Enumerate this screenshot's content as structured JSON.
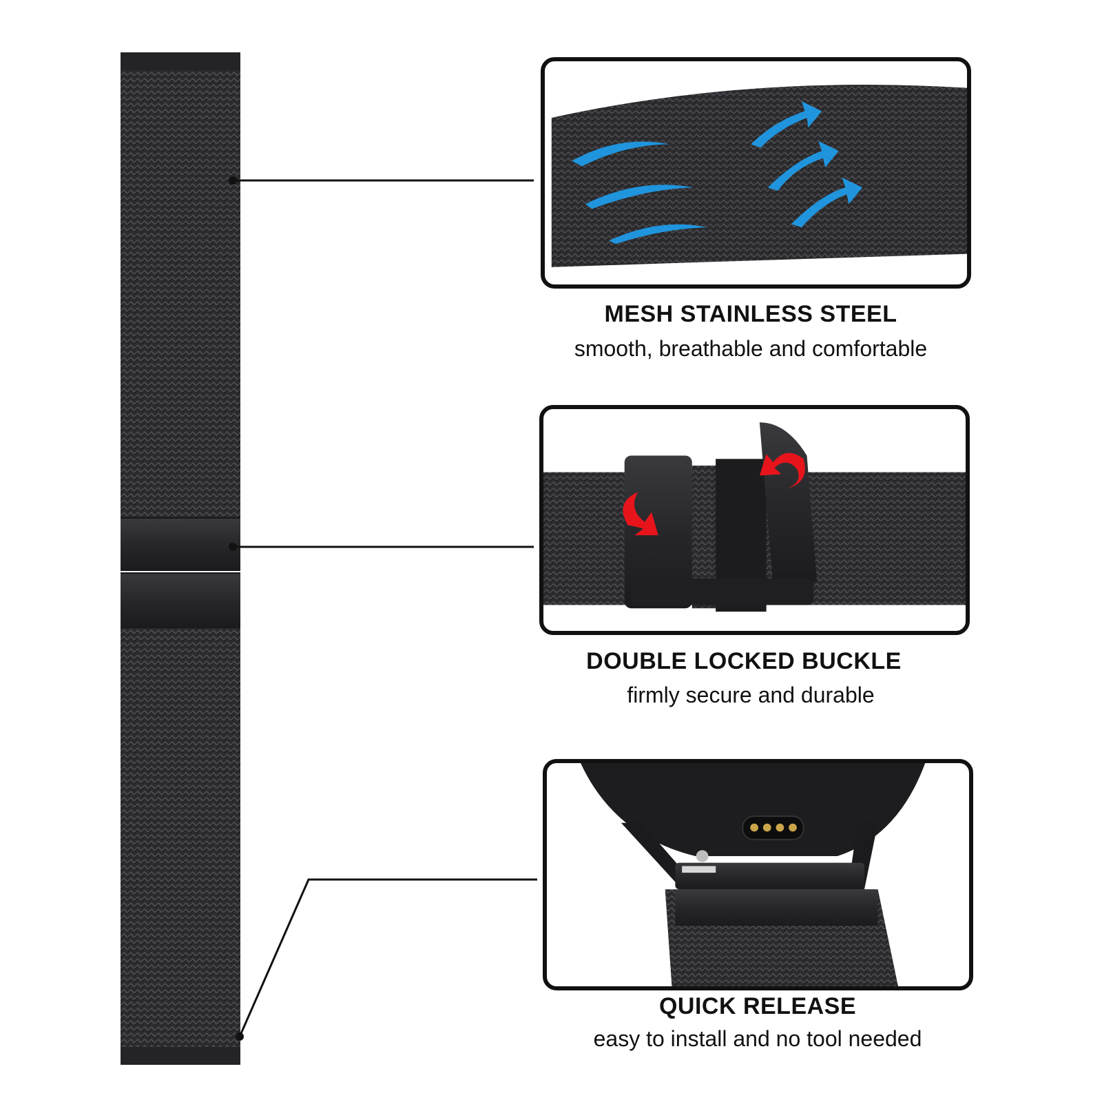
{
  "features": [
    {
      "title": "MESH STAINLESS STEEL",
      "subtitle": "smooth, breathable and comfortable",
      "icon": "airflow-arrows-icon"
    },
    {
      "title": "DOUBLE LOCKED BUCKLE",
      "subtitle": "firmly secure and durable",
      "icon": "rotate-arrows-icon"
    },
    {
      "title": "QUICK RELEASE",
      "subtitle": "easy to install and no tool needed",
      "icon": "quick-release-pin-icon"
    }
  ],
  "colors": {
    "strap": "#2a2a2c",
    "arrow_blue": "#1ea0f0",
    "arrow_red": "#e8141c",
    "outline": "#111111"
  }
}
